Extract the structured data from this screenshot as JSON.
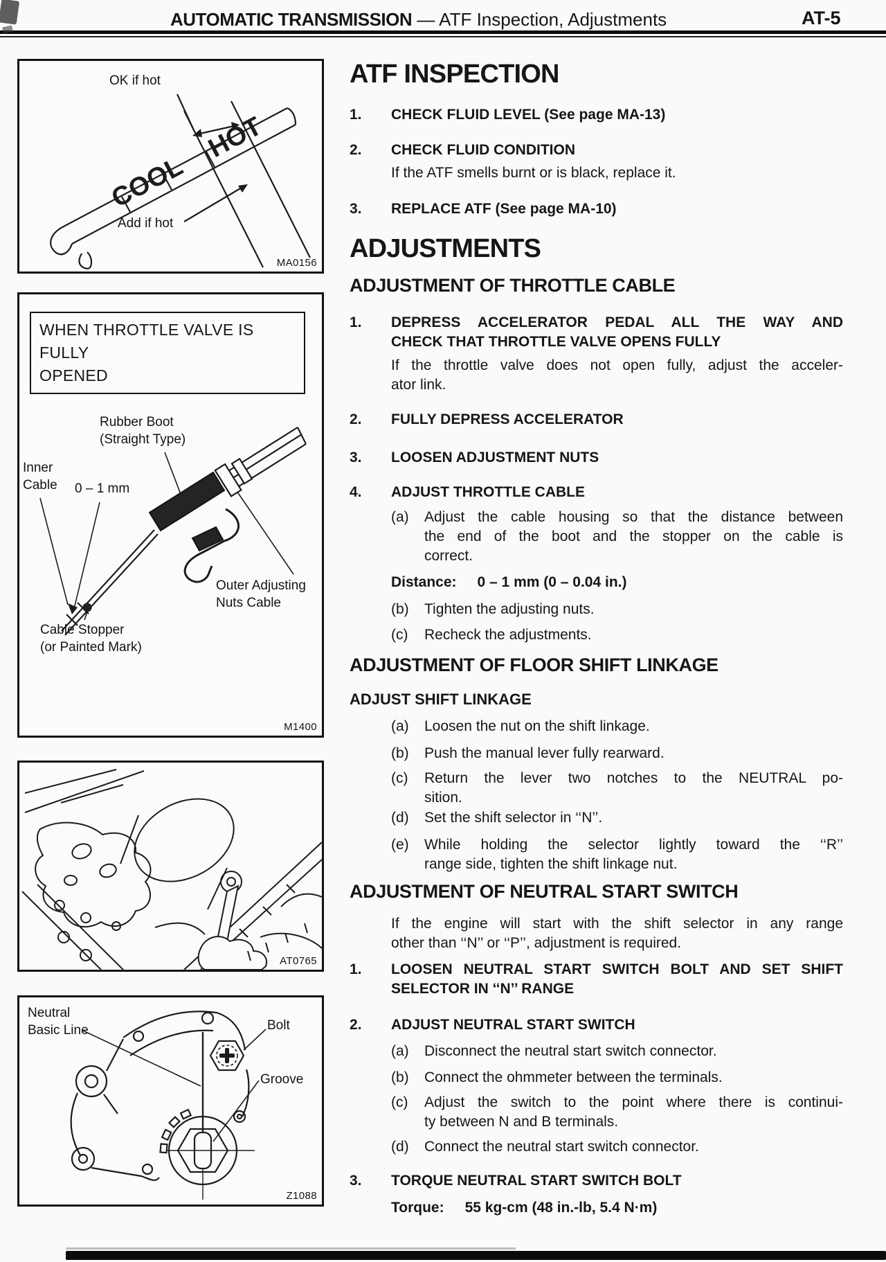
{
  "header": {
    "title_bold": "AUTOMATIC TRANSMISSION",
    "title_rest": "— ATF Inspection, Adjustments",
    "page_number": "AT-5"
  },
  "figures": {
    "dipstick": {
      "label_ok": "OK if hot",
      "label_add": "Add if hot",
      "stick_cool": "COOL",
      "stick_hot": "HOT",
      "code": "MA0156"
    },
    "throttle_cable": {
      "caption_line1": "WHEN THROTTLE VALVE IS FULLY",
      "caption_line2": "OPENED",
      "label_rubber_boot_1": "Rubber Boot",
      "label_rubber_boot_2": "(Straight Type)",
      "label_inner_1": "Inner",
      "label_inner_2": "Cable",
      "label_gap": "0 – 1 mm",
      "label_outer_1": "Outer Adjusting",
      "label_outer_2": "Nuts Cable",
      "label_stopper_1": "Cable Stopper",
      "label_stopper_2": "(or Painted Mark)",
      "code": "M1400"
    },
    "transmission": {
      "code": "AT0765"
    },
    "neutral_switch": {
      "label_neutral_1": "Neutral",
      "label_neutral_2": "Basic Line",
      "label_bolt": "Bolt",
      "label_groove": "Groove",
      "code": "Z1088"
    }
  },
  "content": {
    "atf": {
      "heading": "ATF INSPECTION",
      "items": [
        {
          "num": "1.",
          "label": "CHECK FLUID LEVEL (See page MA-13)"
        },
        {
          "num": "2.",
          "label": "CHECK FLUID CONDITION",
          "body": "If the ATF smells burnt or is black, replace it."
        },
        {
          "num": "3.",
          "label": "REPLACE ATF (See page MA-10)"
        }
      ]
    },
    "adjustments_heading": "ADJUSTMENTS",
    "throttle": {
      "heading": "ADJUSTMENT OF THROTTLE CABLE",
      "item1_num": "1.",
      "item1_line1": "DEPRESS ACCELERATOR PEDAL ALL THE WAY AND",
      "item1_line2": "CHECK THAT THROTTLE VALVE OPENS FULLY",
      "item1_body1": "If the throttle valve does not open fully, adjust the acceler-",
      "item1_body2": "ator link.",
      "item2_num": "2.",
      "item2_label": "FULLY DEPRESS ACCELERATOR",
      "item3_num": "3.",
      "item3_label": "LOOSEN ADJUSTMENT NUTS",
      "item4_num": "4.",
      "item4_label": "ADJUST THROTTLE CABLE",
      "a_label": "(a)",
      "a_line1": "Adjust the cable housing so that the distance between",
      "a_line2": "the end of the boot and the stopper on the cable is",
      "a_line3": "correct.",
      "distance_label": "Distance:",
      "distance_value": "0 – 1 mm (0 – 0.04 in.)",
      "b_label": "(b)",
      "b_text": "Tighten the adjusting nuts.",
      "c_label": "(c)",
      "c_text": "Recheck the adjustments."
    },
    "floor": {
      "heading": "ADJUSTMENT OF FLOOR SHIFT LINKAGE",
      "subheading": "ADJUST SHIFT LINKAGE",
      "a_label": "(a)",
      "a_text": "Loosen the nut on the shift linkage.",
      "b_label": "(b)",
      "b_text": "Push the manual lever fully rearward.",
      "c_label": "(c)",
      "c_line1": "Return the lever two notches to the NEUTRAL po-",
      "c_line2": "sition.",
      "d_label": "(d)",
      "d_text": "Set the shift selector in ‘‘N’’.",
      "e_label": "(e)",
      "e_line1": "While holding the selector lightly toward the ‘‘R’’",
      "e_line2": "range side, tighten the shift linkage nut."
    },
    "neutral": {
      "heading": "ADJUSTMENT OF NEUTRAL START SWITCH",
      "intro_line1": "If the engine will start with the shift selector in any range",
      "intro_line2": "other than ‘‘N’’ or ‘‘P’’, adjustment is required.",
      "item1_num": "1.",
      "item1_line1": "LOOSEN NEUTRAL START SWITCH BOLT AND SET SHIFT",
      "item1_line2": "SELECTOR IN ‘‘N’’ RANGE",
      "item2_num": "2.",
      "item2_label": "ADJUST NEUTRAL START SWITCH",
      "a_label": "(a)",
      "a_text": "Disconnect the neutral start switch connector.",
      "b_label": "(b)",
      "b_text": "Connect the ohmmeter between the terminals.",
      "c_label": "(c)",
      "c_line1": "Adjust the switch to the point where there is continui-",
      "c_line2": "ty between N and B terminals.",
      "d_label": "(d)",
      "d_text": "Connect the neutral start switch connector.",
      "item3_num": "3.",
      "item3_label": "TORQUE NEUTRAL START SWITCH BOLT",
      "torque_label": "Torque:",
      "torque_value": "55 kg-cm (48 in.-lb, 5.4 N·m)"
    }
  }
}
